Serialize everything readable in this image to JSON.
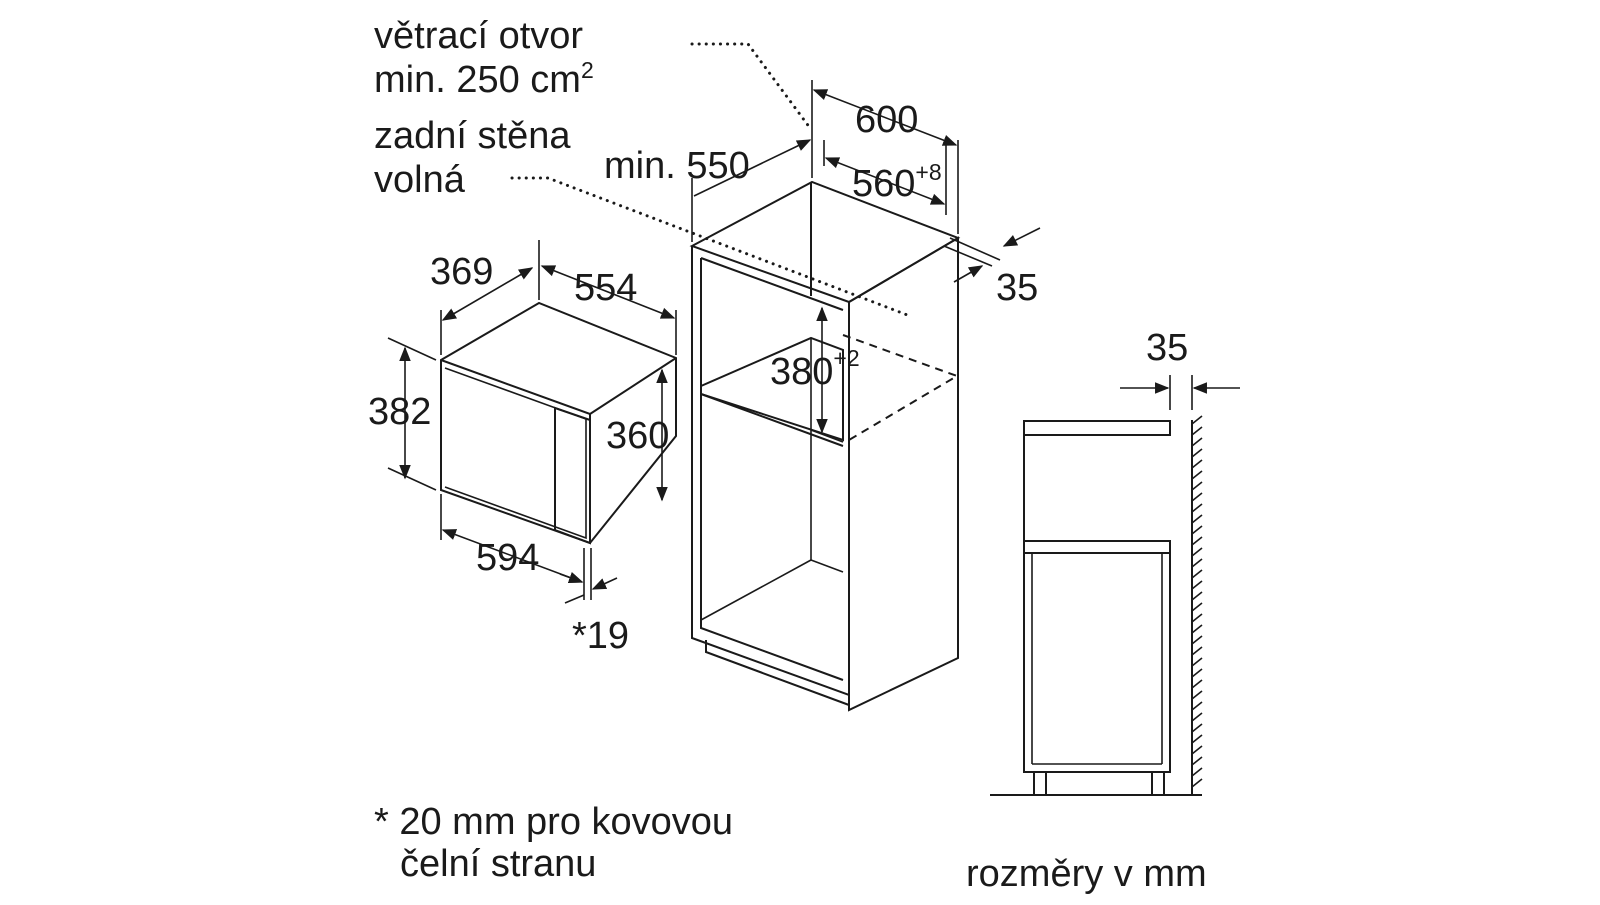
{
  "labels": {
    "vent_line1": "větrací otvor",
    "vent_line2": "min. 250 cm",
    "vent_sup": "2",
    "back_line1": "zadní stěna",
    "back_line2": "volná",
    "min550": "min. 550",
    "d600": "600",
    "d560": "560",
    "d560_sup": "+8",
    "d35_top": "35",
    "d369": "369",
    "d554": "554",
    "d382": "382",
    "d360": "360",
    "d594": "594",
    "d19": "*19",
    "d380": "380",
    "d380_sup": "+2",
    "d35_side": "35",
    "note_line1": "* 20 mm pro kovovou",
    "note_line2": "čelní stranu",
    "units": "rozměry v mm"
  }
}
